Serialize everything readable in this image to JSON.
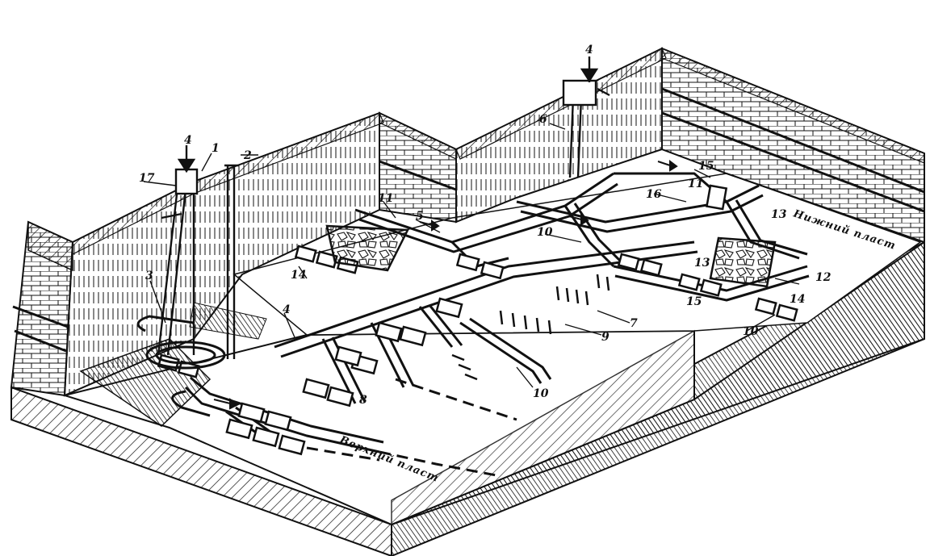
{
  "diagram": {
    "labels": {
      "shaft_left_headframe": "4",
      "shaft_right_headframe": "4",
      "n1": "1",
      "n2": "2",
      "n3": "3",
      "n4": "4",
      "n5": "5",
      "n6": "6",
      "n7": "7",
      "n8": "8",
      "n9": "9",
      "n10_left": "10",
      "n10_mid": "10",
      "n10_right": "10",
      "n11_left": "11",
      "n11_right": "11",
      "n12": "12",
      "n13_a": "13",
      "n13_b": "13",
      "n14_left": "14",
      "n14_right": "14",
      "n15": "15",
      "n16": "16",
      "n17": "17"
    },
    "seams": {
      "lower": "Нижний пласт",
      "upper": "Верхний пласт"
    },
    "colors": {
      "ink": "#111111",
      "paper": "#ffffff"
    }
  }
}
